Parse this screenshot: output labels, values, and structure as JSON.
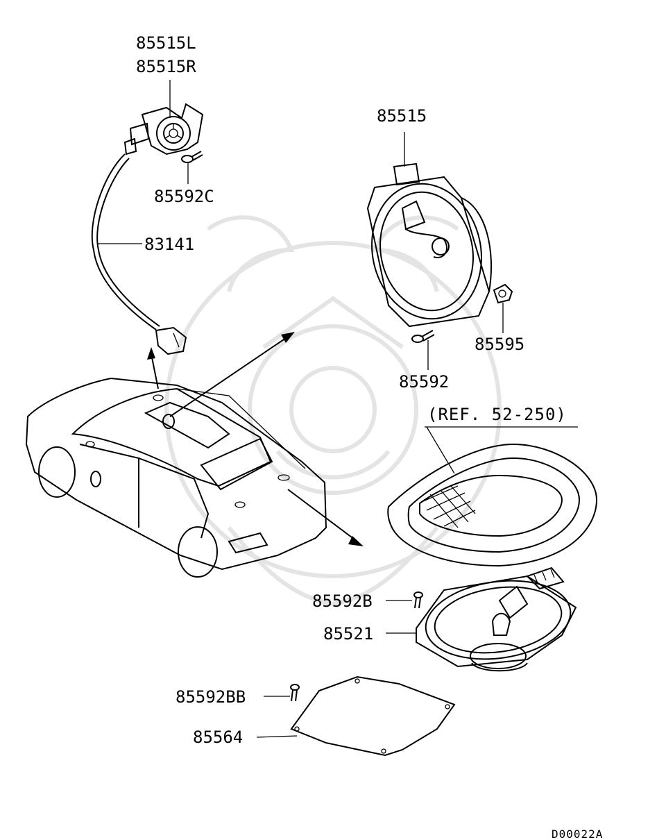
{
  "parts": {
    "tweeter_left": "85515L",
    "tweeter_right": "85515R",
    "tweeter_screw": "85592C",
    "harness": "83141",
    "front_speaker": "85515",
    "clip": "85595",
    "front_screw": "85592",
    "reference": "(REF. 52-250)",
    "rear_screw": "85592B",
    "rear_speaker": "85521",
    "cover_screw": "85592BB",
    "cover": "85564"
  },
  "diagram_code": "D00022A",
  "colors": {
    "line": "#000000",
    "watermark": "#e4e4e4",
    "background": "#ffffff"
  }
}
